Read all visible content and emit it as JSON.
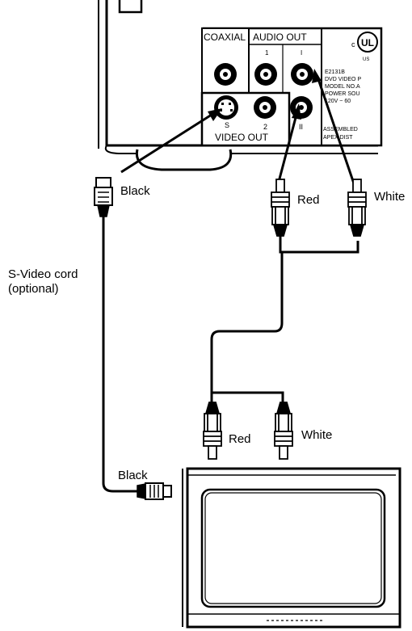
{
  "panel": {
    "coaxial": "COAXIAL",
    "audio_out": "AUDIO OUT",
    "jack_1_left": "1",
    "jack_1_right": "I",
    "jack_2_left": "2",
    "jack_2_right": "II",
    "svideo_jack": "S",
    "video_out": "VIDEO OUT",
    "ul_mark": "UL",
    "ul_c": "c",
    "ul_us": "US",
    "spec_lines": [
      "E2131B",
      "DVD VIDEO P",
      "MODEL NO.A",
      "POWER SOU",
      "120V ~ 60"
    ],
    "assembled_lines": [
      "ASSEMBLED",
      "APEX DIST"
    ]
  },
  "labels": {
    "black_top": "Black",
    "red_top": "Red",
    "white_top": "White",
    "svideo_cord": "S-Video cord",
    "svideo_optional": "(optional)",
    "red_bottom": "Red",
    "white_bottom": "White",
    "black_bottom": "Black"
  }
}
